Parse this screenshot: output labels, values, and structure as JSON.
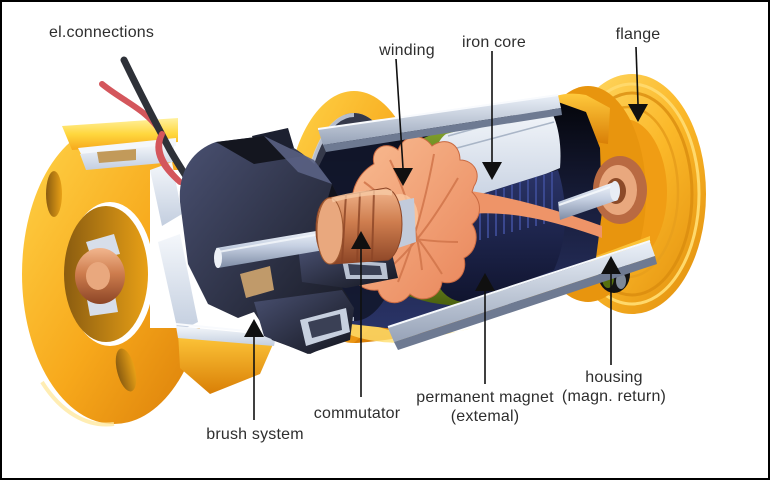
{
  "figure": {
    "kind": "exploded-view diagram",
    "subject": "permanent-magnet DC electric motor",
    "background": "#ffffff",
    "border_color": "#000000",
    "label_text_color": "#2e2e2e",
    "arrow_color": "#101010"
  },
  "labels": {
    "el_connections": {
      "text": "el.connections"
    },
    "winding": {
      "text": "winding"
    },
    "iron_core": {
      "text": "iron core"
    },
    "flange": {
      "text": "flange"
    },
    "commutator": {
      "text": "commutator"
    },
    "brush_system": {
      "text": "brush system"
    },
    "permanent_magnet": {
      "line1": "permanent magnet",
      "line2": "(extemal)"
    },
    "housing": {
      "line1": "housing",
      "line2": "(magn. return)"
    }
  },
  "colors": {
    "gold_highlight": "#FFE14E",
    "gold_mid": "#F7A81B",
    "gold_shadow": "#D97C08",
    "gold_hole": "#8A5C10",
    "steel_light": "#E9EEF6",
    "steel_mid": "#C3CEDF",
    "steel_dark": "#8794AB",
    "navy_interior": "#0E1120",
    "navy_mid": "#2A3050",
    "brush_navy": "#363D5C",
    "copper_light": "#F2B68E",
    "copper_mid": "#CE7D4E",
    "copper_dark": "#9A5128",
    "winding_salmon": "#F5A377",
    "magnet_green": "#6B8A20",
    "wire_red": "#D4565C",
    "wire_black": "#2E3138"
  },
  "parts": [
    {
      "name": "electrical connections (wires)",
      "color": "#D4565C"
    },
    {
      "name": "end cap / bearing shield (cutaway)",
      "color": "#F7A81B"
    },
    {
      "name": "brush system",
      "color": "#363D5C"
    },
    {
      "name": "shaft",
      "color": "#C3CEDF"
    },
    {
      "name": "commutator",
      "color": "#CE7D4E"
    },
    {
      "name": "winding",
      "color": "#F5A377"
    },
    {
      "name": "iron core",
      "color": "#2A3050"
    },
    {
      "name": "permanent magnet (external)",
      "color": "#6B8A20"
    },
    {
      "name": "housing (magnetic return)",
      "color": "#F7A81B"
    },
    {
      "name": "flange",
      "color": "#F7A81B"
    }
  ]
}
